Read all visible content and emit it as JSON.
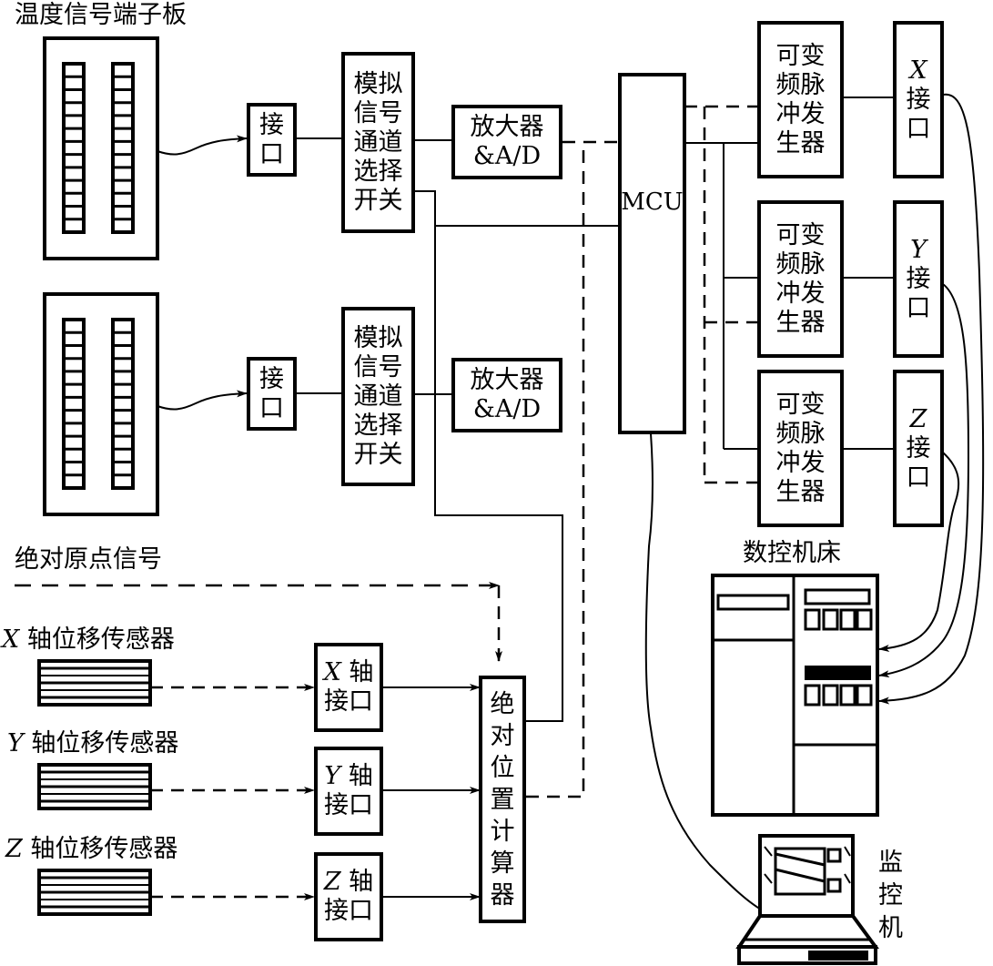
{
  "title_labels": {
    "temperature_board": "温度信号端子板",
    "absolute_origin": "绝对原点信号",
    "cnc_machine": "数控机床",
    "monitor_pc": "监\n控\n机"
  },
  "sensors": [
    {
      "axis": "X",
      "label": "轴位移传感器"
    },
    {
      "axis": "Y",
      "label": "轴位移传感器"
    },
    {
      "axis": "Z",
      "label": "轴位移传感器"
    }
  ],
  "blocks": {
    "interface_1": "接\n口",
    "interface_2": "接\n口",
    "analog_switch_1": "模拟\n信号\n通道\n选择\n开关",
    "analog_switch_2": "模拟\n信号\n通道\n选择\n开关",
    "amplifier_1": "放大器\n&A/D",
    "amplifier_2": "放大器\n&A/D",
    "mcu": "MCU",
    "pulse_gen_x": "可变\n频脉\n冲发\n生器",
    "pulse_gen_y": "可变\n频脉\n冲发\n生器",
    "pulse_gen_z": "可变\n频脉\n冲发\n生器",
    "axis_if_x": {
      "letter": "X",
      "text": "接\n口"
    },
    "axis_if_y": {
      "letter": "Y",
      "text": "接\n口"
    },
    "axis_if_z": {
      "letter": "Z",
      "text": "接\n口"
    },
    "sensor_if_x": {
      "letter": "X",
      "rest": " 轴",
      "line2": "接口"
    },
    "sensor_if_y": {
      "letter": "Y",
      "rest": " 轴",
      "line2": "接口"
    },
    "sensor_if_z": {
      "letter": "Z",
      "rest": " 轴",
      "line2": "接口"
    },
    "abs_position_calc": "绝\n对\n位\n置\n计\n算\n器"
  }
}
